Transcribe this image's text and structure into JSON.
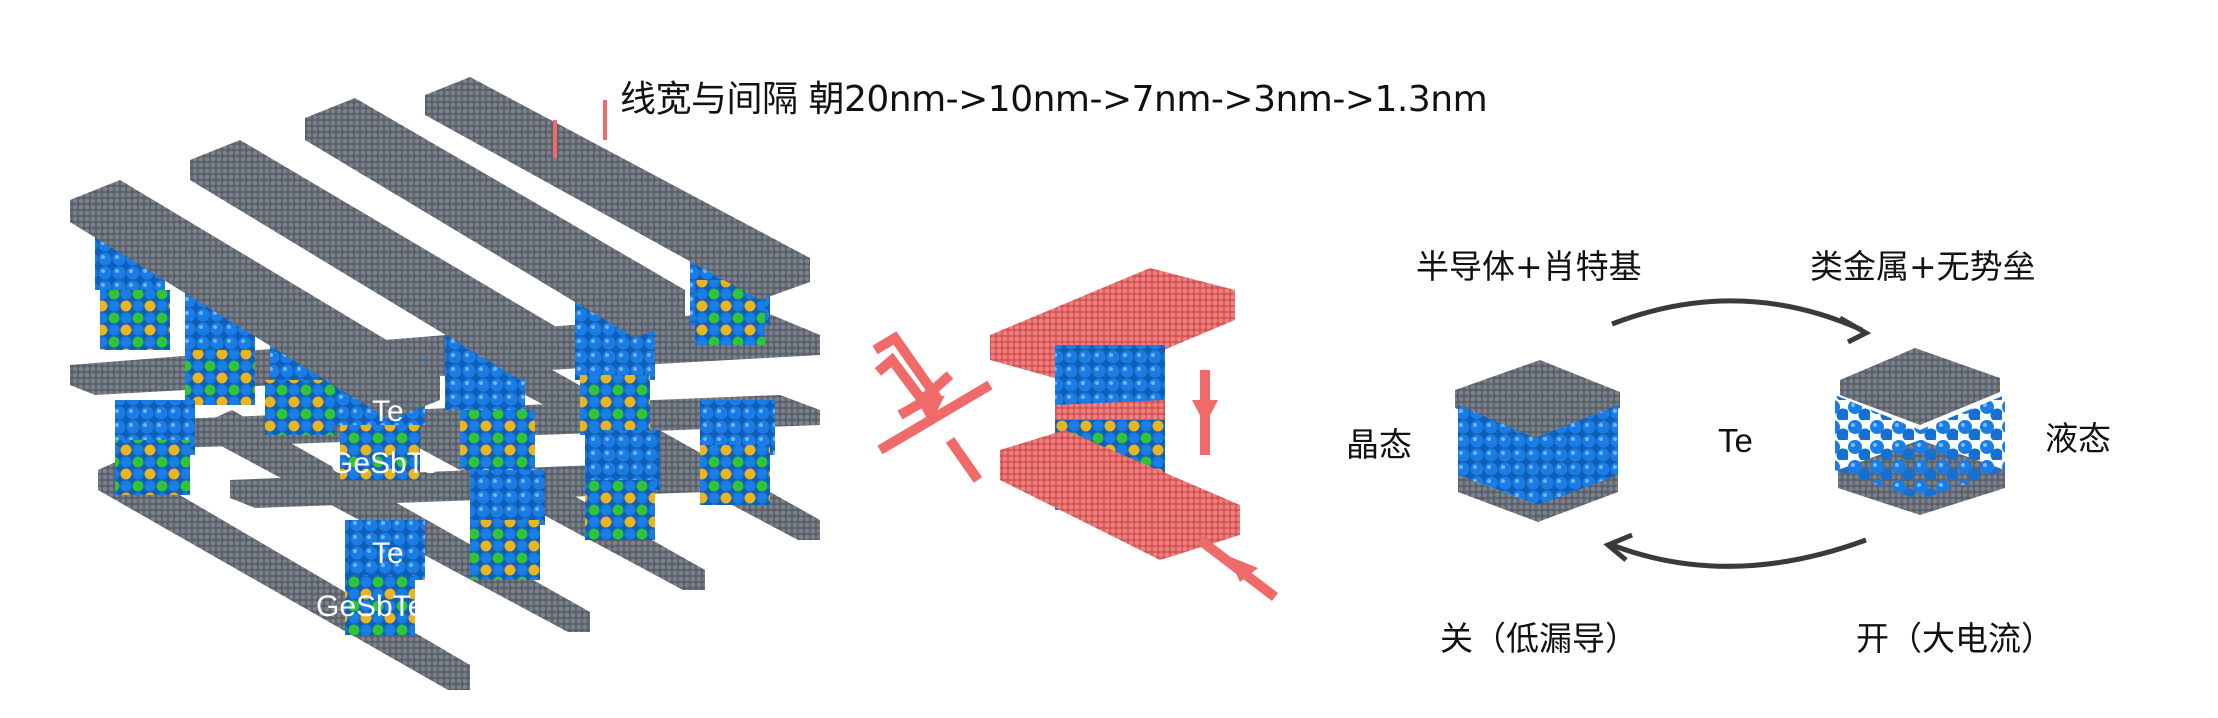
{
  "title": "线宽与间隔 朝20nm->10nm->7nm->3nm->1.3nm",
  "array": {
    "labels": [
      "Te",
      "GeSbTe",
      "Te",
      "GeSbTe"
    ]
  },
  "cycle": {
    "top_left_label": "半导体+肖特基",
    "top_right_label": "类金属+无势垒",
    "left_state": "晶态",
    "center_label": "Te",
    "right_state": "液态",
    "bottom_left_label": "关（低漏导）",
    "bottom_right_label": "开（大电流）"
  },
  "colors": {
    "electrode_gray": "#5f6670",
    "te_blue": "#1a7de6",
    "ge_green": "#2fc43a",
    "sb_yellow": "#e8b420",
    "cell_red": "#e86b6b",
    "arrow_red": "#f06a6a",
    "cycle_arrow": "#3a3a3a"
  }
}
